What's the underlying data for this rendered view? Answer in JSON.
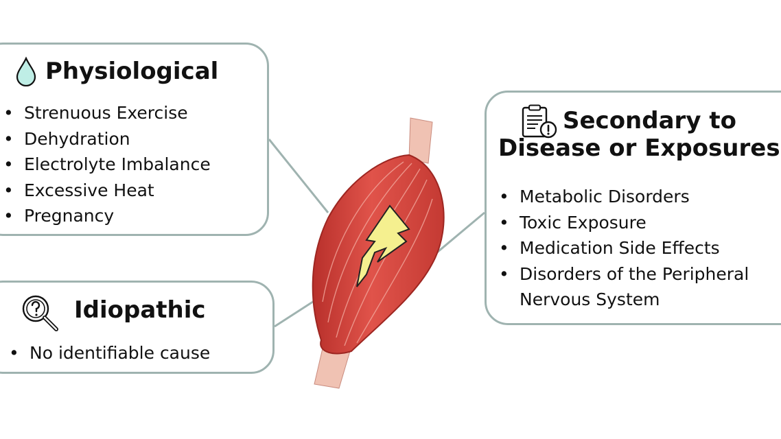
{
  "physiological": {
    "title": "Physiological",
    "icon": "droplet-icon",
    "items": [
      "Strenuous Exercise",
      "Dehydration",
      "Electrolyte Imbalance",
      "Excessive Heat",
      "Pregnancy"
    ]
  },
  "idiopathic": {
    "title": "Idiopathic",
    "icon": "magnifier-question-icon",
    "items": [
      "No identifiable cause"
    ]
  },
  "secondary": {
    "title_line1": "Secondary to",
    "title_line2": "Disease or Exposures",
    "icon": "clipboard-alert-icon",
    "items": [
      "Metabolic Disorders",
      "Toxic Exposure",
      "Medication Side Effects",
      "Disorders of the Peripheral Nervous System"
    ]
  },
  "center": {
    "icon": "muscle-lightning-icon"
  },
  "colors": {
    "box_border": "#9fb3b0",
    "muscle": "#d9473f",
    "tendon": "#f0c2b3",
    "lightning": "#f5f08f",
    "droplet": "#bfeee6"
  }
}
